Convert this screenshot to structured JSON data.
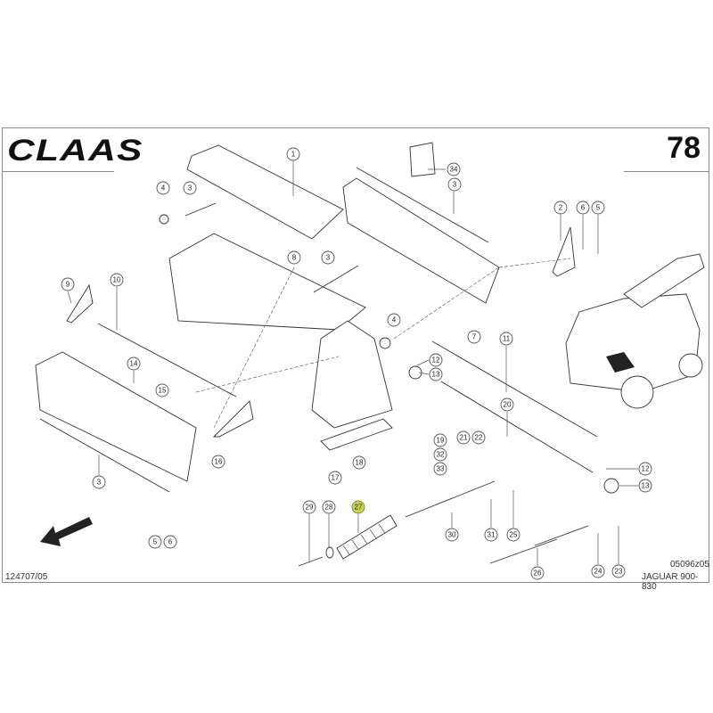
{
  "header": {
    "brand": "CLAAS",
    "page_number": "78"
  },
  "footer": {
    "left_code": "124707/05",
    "right_code": "05096z05",
    "model": "JAGUAR 900-830"
  },
  "callouts": [
    "1",
    "34",
    "3",
    "4",
    "3",
    "2",
    "6",
    "5",
    "8",
    "3",
    "9",
    "10",
    "4",
    "7",
    "11",
    "12",
    "13",
    "14",
    "15",
    "20",
    "21",
    "22",
    "19",
    "32",
    "33",
    "18",
    "16",
    "17",
    "3",
    "12",
    "13",
    "29",
    "28",
    "27",
    "30",
    "31",
    "25",
    "5",
    "6",
    "26",
    "24",
    "23"
  ],
  "highlighted_part": "27",
  "colors": {
    "highlight": "#c8d35a",
    "frame": "#8a8a8a"
  }
}
